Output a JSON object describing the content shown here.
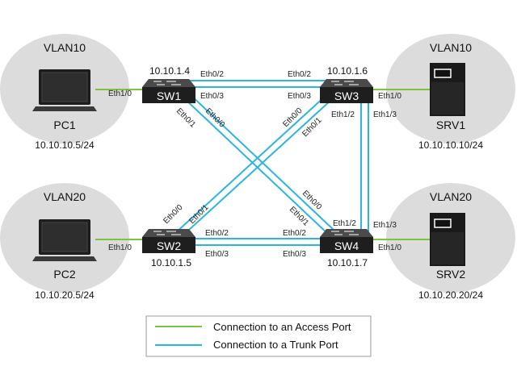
{
  "colors": {
    "access_link": "#7dc242",
    "trunk_link": "#2bb5e0",
    "zone_fill": "#dcdcdc",
    "switch_body": "#1e1e1e",
    "legend_border": "#9a9a9a"
  },
  "zones": {
    "pc1": {
      "vlan": "VLAN10",
      "name": "PC1",
      "ip": "10.10.10.5/24",
      "icon": "laptop-icon"
    },
    "pc2": {
      "vlan": "VLAN20",
      "name": "PC2",
      "ip": "10.10.20.5/24",
      "icon": "laptop-icon"
    },
    "srv1": {
      "vlan": "VLAN10",
      "name": "SRV1",
      "ip": "10.10.10.10/24",
      "icon": "server-icon"
    },
    "srv2": {
      "vlan": "VLAN20",
      "name": "SRV2",
      "ip": "10.10.20.20/24",
      "icon": "server-icon"
    }
  },
  "switches": {
    "sw1": {
      "label": "SW1",
      "ip": "10.10.1.4",
      "icon": "switch-icon"
    },
    "sw2": {
      "label": "SW2",
      "ip": "10.10.1.5",
      "icon": "switch-icon"
    },
    "sw3": {
      "label": "SW3",
      "ip": "10.10.1.6",
      "icon": "switch-icon"
    },
    "sw4": {
      "label": "SW4",
      "ip": "10.10.1.7",
      "icon": "switch-icon"
    }
  },
  "ports": {
    "pc1_eth": "Eth1/0",
    "sw1_e02": "Eth0/2",
    "sw1_e03": "Eth0/3",
    "sw1_e00": "Eth0/0",
    "sw1_e01": "Eth0/1",
    "sw3_e02": "Eth0/2",
    "sw3_e03": "Eth0/3",
    "sw3_e00": "Eth0/0",
    "sw3_e01": "Eth0/1",
    "sw3_e12": "Eth1/2",
    "sw3_e13": "Eth1/3",
    "srv1_eth": "Eth1/0",
    "pc2_eth": "Eth1/0",
    "sw2_e00": "Eth0/0",
    "sw2_e01": "Eth0/1",
    "sw2_e02": "Eth0/2",
    "sw2_e03": "Eth0/3",
    "sw4_e00": "Eth0/0",
    "sw4_e01": "Eth0/1",
    "sw4_e02": "Eth0/2",
    "sw4_e03": "Eth0/3",
    "sw4_e12": "Eth1/2",
    "sw4_e13": "Eth1/3",
    "srv2_eth": "Eth1/0"
  },
  "legend": {
    "access": "Connection to an Access Port",
    "trunk": "Connection to a Trunk Port"
  }
}
